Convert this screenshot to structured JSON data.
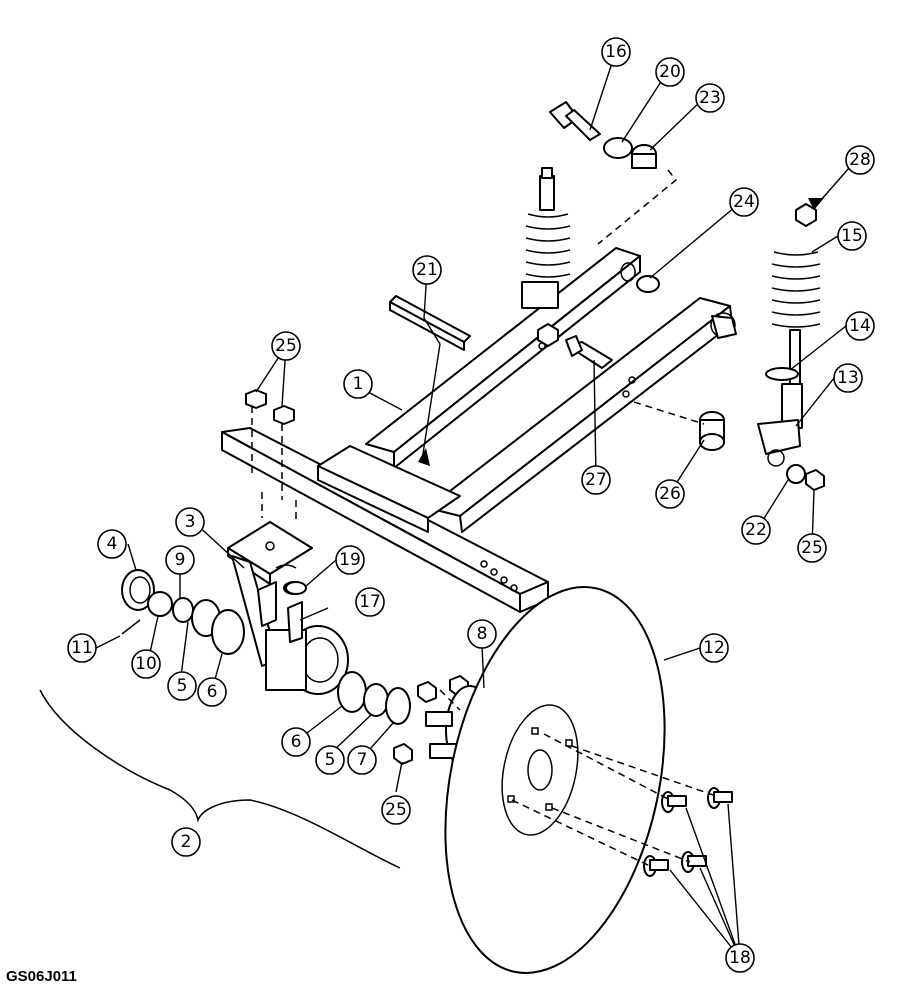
{
  "drawing_code": "GS06J011",
  "callouts": [
    {
      "id": "c1",
      "label": "1"
    },
    {
      "id": "c2",
      "label": "2"
    },
    {
      "id": "c3",
      "label": "3"
    },
    {
      "id": "c4",
      "label": "4"
    },
    {
      "id": "c5a",
      "label": "5"
    },
    {
      "id": "c5b",
      "label": "5"
    },
    {
      "id": "c6a",
      "label": "6"
    },
    {
      "id": "c6b",
      "label": "6"
    },
    {
      "id": "c7",
      "label": "7"
    },
    {
      "id": "c8",
      "label": "8"
    },
    {
      "id": "c9",
      "label": "9"
    },
    {
      "id": "c10",
      "label": "10"
    },
    {
      "id": "c11",
      "label": "11"
    },
    {
      "id": "c12",
      "label": "12"
    },
    {
      "id": "c13",
      "label": "13"
    },
    {
      "id": "c14",
      "label": "14"
    },
    {
      "id": "c15",
      "label": "15"
    },
    {
      "id": "c16",
      "label": "16"
    },
    {
      "id": "c17",
      "label": "17"
    },
    {
      "id": "c18",
      "label": "18"
    },
    {
      "id": "c19",
      "label": "19"
    },
    {
      "id": "c20",
      "label": "20"
    },
    {
      "id": "c21",
      "label": "21"
    },
    {
      "id": "c22",
      "label": "22"
    },
    {
      "id": "c23",
      "label": "23"
    },
    {
      "id": "c24",
      "label": "24"
    },
    {
      "id": "c25a",
      "label": "25"
    },
    {
      "id": "c25b",
      "label": "25"
    },
    {
      "id": "c25c",
      "label": "25"
    },
    {
      "id": "c26",
      "label": "26"
    },
    {
      "id": "c27",
      "label": "27"
    },
    {
      "id": "c28",
      "label": "28"
    }
  ]
}
